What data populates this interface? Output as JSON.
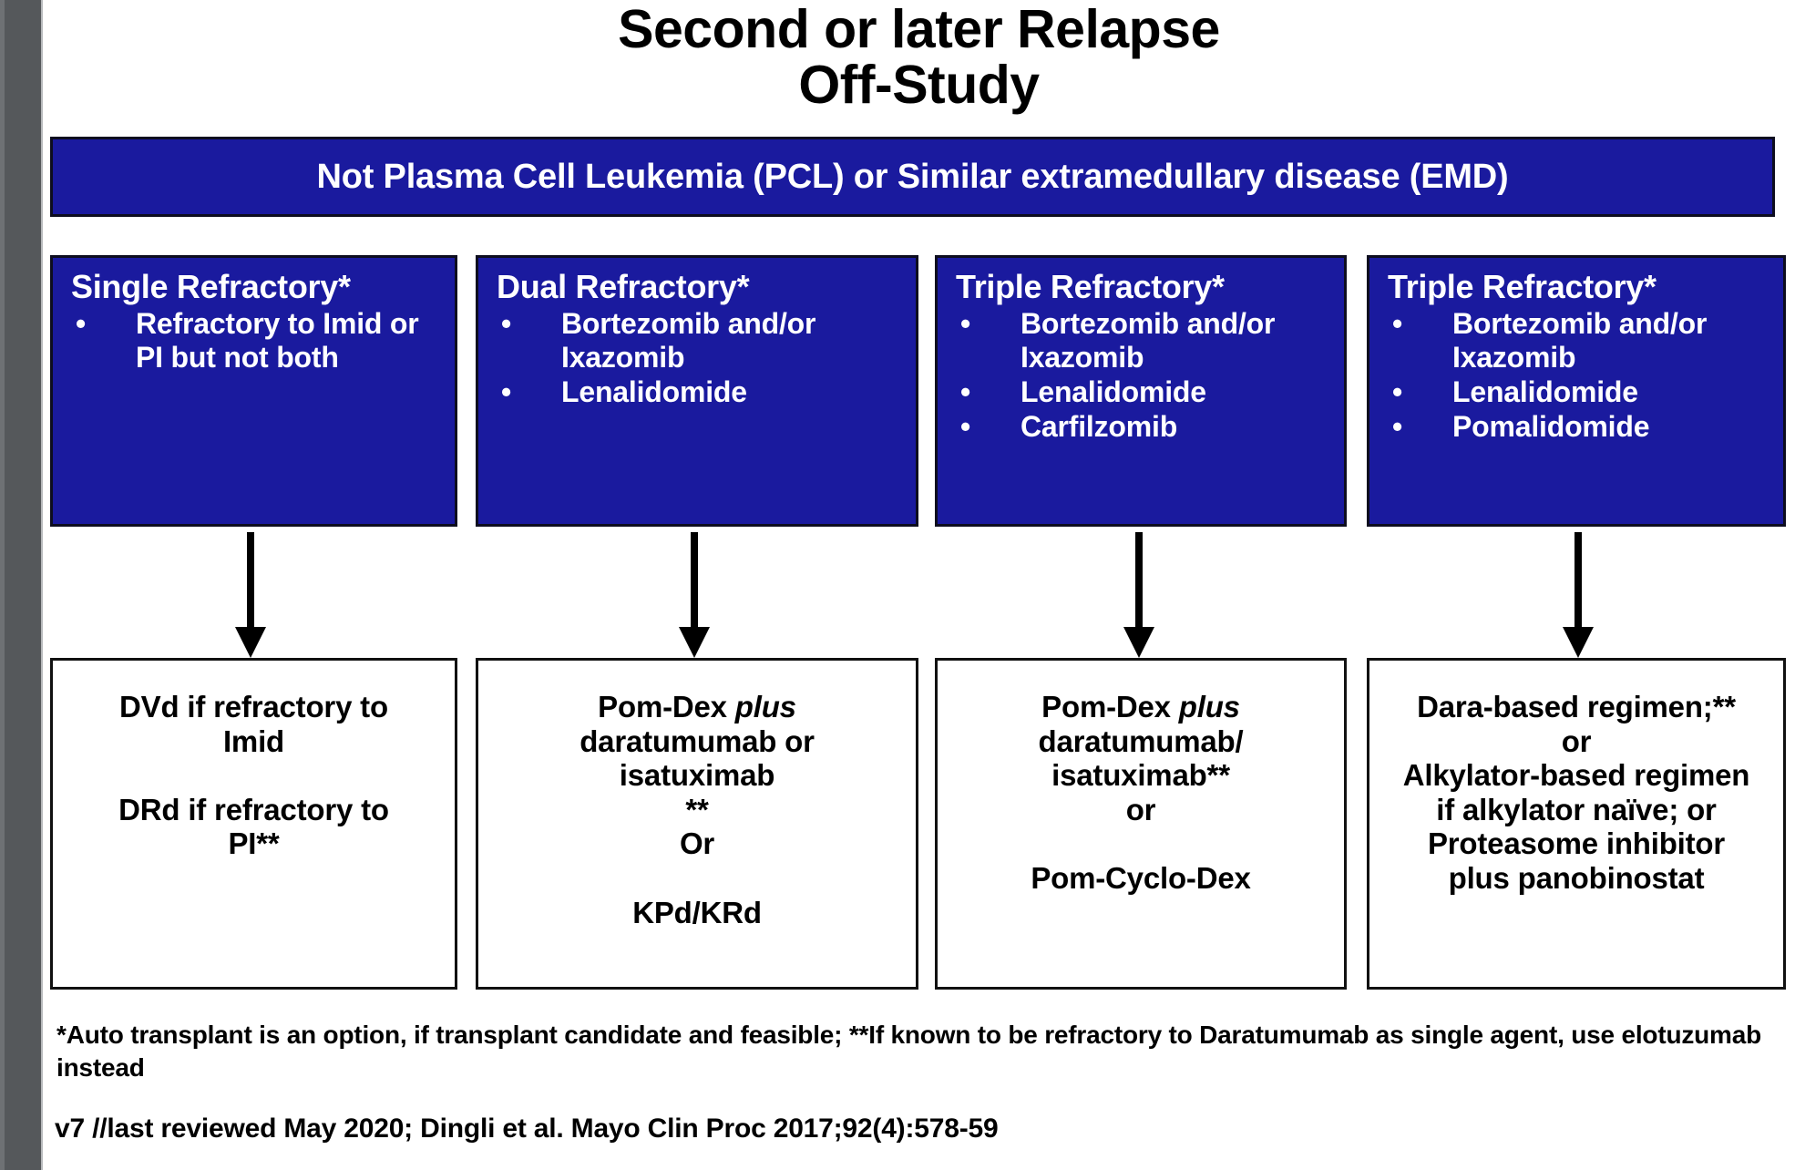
{
  "title": "Second or later Relapse\nOff-Study",
  "banner": {
    "label": "Not Plasma Cell Leukemia (PCL) or Similar extramedullary disease  (EMD)"
  },
  "colors": {
    "blue": "#1a1a9e",
    "box_border": "#0d0d1f",
    "white_box_border": "#111111",
    "text_on_blue": "#ffffff",
    "text": "#000000",
    "gutter": "#55585b"
  },
  "columns": [
    {
      "criteria_title": "Single Refractory*",
      "criteria_items": [
        "Refractory to Imid or PI but not both"
      ],
      "treatment": "DVd if refractory to Imid\n\nDRd if refractory to PI**"
    },
    {
      "criteria_title": "Dual Refractory*",
      "criteria_items": [
        "Bortezomib and/or Ixazomib",
        "Lenalidomide"
      ],
      "treatment_pre": "Pom-Dex ",
      "treatment_italic": "plus",
      "treatment_post": "\ndaratumumab or isatuximab\n**\nOr\n\nKPd/KRd"
    },
    {
      "criteria_title": "Triple Refractory*",
      "criteria_items": [
        "Bortezomib and/or Ixazomib",
        "Lenalidomide",
        "Carfilzomib"
      ],
      "treatment_pre": "Pom-Dex ",
      "treatment_italic": "plus",
      "treatment_post": "\ndaratumumab/ isatuximab**\nor\n\nPom-Cyclo-Dex"
    },
    {
      "criteria_title": "Triple Refractory*",
      "criteria_items": [
        "Bortezomib and/or Ixazomib",
        "Lenalidomide",
        "Pomalidomide"
      ],
      "treatment": "Dara-based regimen;**\nor\nAlkylator-based regimen if alkylator naïve; or\nProteasome inhibitor plus panobinostat"
    }
  ],
  "bullet_glyph": "•",
  "footnote": "*Auto transplant is an option, if transplant candidate and feasible; **If known to be refractory to Daratumumab as single agent, use elotuzumab instead",
  "version_line": "v7  //last reviewed May 2020; Dingli et al. Mayo Clin Proc 2017;92(4):578-59"
}
